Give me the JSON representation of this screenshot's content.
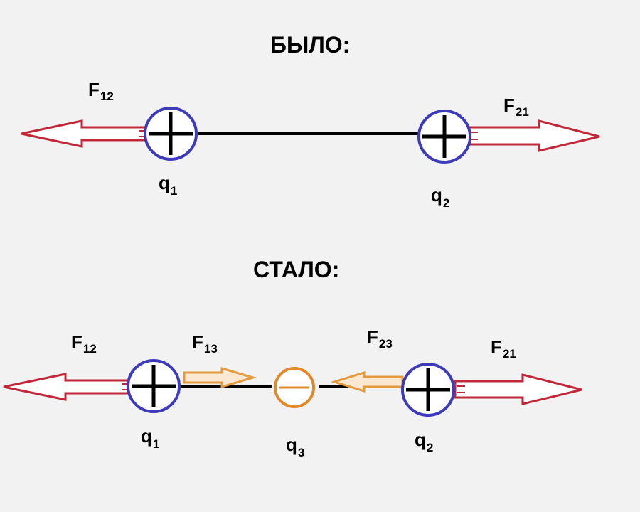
{
  "colors": {
    "background": "#f2f2f2",
    "force_red": "#c0283a",
    "force_orange": "#e39a3c",
    "positive_charge": "#3d3bb8",
    "negative_charge": "#e08a2c",
    "rod": "#000000"
  },
  "before": {
    "title": "БЫЛО:",
    "force_left": {
      "main": "F",
      "sub": "12"
    },
    "force_right": {
      "main": "F",
      "sub": "21"
    },
    "charge_left": {
      "main": "q",
      "sub": "1",
      "sign": "+"
    },
    "charge_right": {
      "main": "q",
      "sub": "2",
      "sign": "+"
    }
  },
  "after": {
    "title": "СТАЛО:",
    "force_left_outer": {
      "main": "F",
      "sub": "12"
    },
    "force_left_inner": {
      "main": "F",
      "sub": "13"
    },
    "force_right_inner": {
      "main": "F",
      "sub": "23"
    },
    "force_right_outer": {
      "main": "F",
      "sub": "21"
    },
    "charge_left": {
      "main": "q",
      "sub": "1",
      "sign": "+"
    },
    "charge_middle": {
      "main": "q",
      "sub": "3",
      "sign": "−"
    },
    "charge_right": {
      "main": "q",
      "sub": "2",
      "sign": "+"
    }
  }
}
